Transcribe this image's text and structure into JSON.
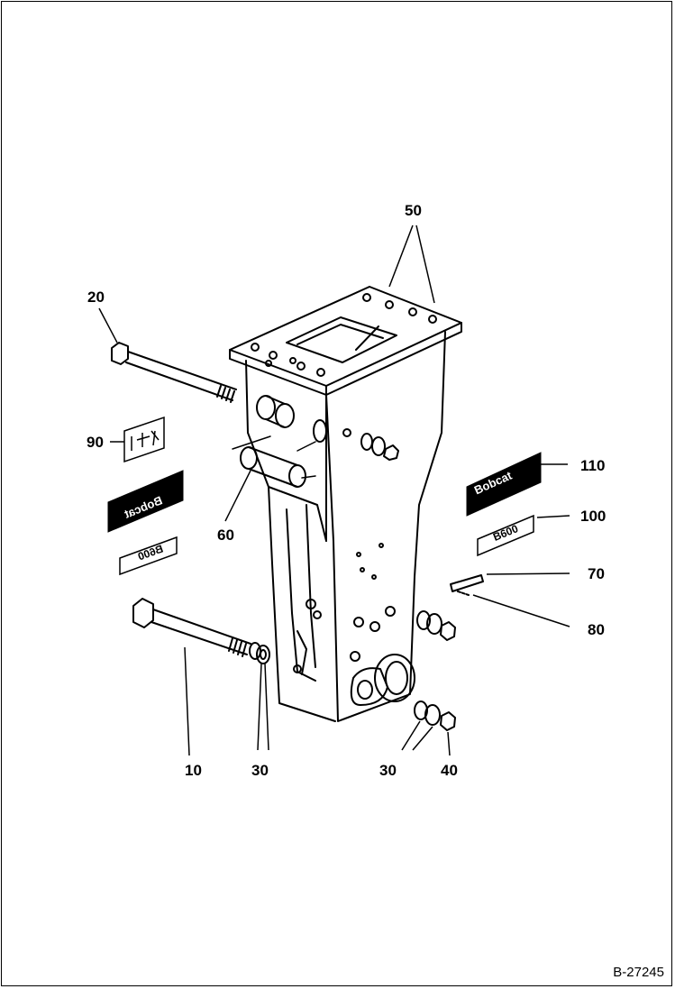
{
  "diagram": {
    "callouts": {
      "c50": "50",
      "c20": "20",
      "c90": "90",
      "c60": "60",
      "c110": "110",
      "c100": "100",
      "c70": "70",
      "c80": "80",
      "c10": "10",
      "c30_left": "30",
      "c30_right": "30",
      "c40": "40"
    },
    "decals": {
      "bobcat_label": "Bobcat",
      "model_label": "B600"
    },
    "figure_id": "B-27245"
  },
  "colors": {
    "line": "#000000",
    "background": "#ffffff"
  }
}
